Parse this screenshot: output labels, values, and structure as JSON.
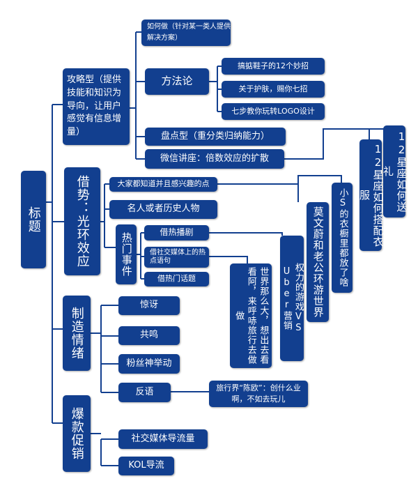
{
  "diagram": {
    "root": "标题",
    "branches": [
      {
        "label": "攻略型（提供技能和知识为导向，让用户感觉有信息增量）",
        "children": [
          {
            "label": "如何做（针对某一类人提供解决方案）"
          },
          {
            "label": "方法论",
            "children": [
              "搞掂鞋子的12个妙招",
              "关于护肤，赐你七招",
              "七步教你玩转LOGO设计"
            ]
          },
          {
            "label": "盘点型（重分类归纳能力）"
          },
          {
            "label": "微信讲座：倍数效应的扩散"
          }
        ]
      },
      {
        "label": "借势：光环效应",
        "children": [
          {
            "label": "大家都知道并且感兴趣的点"
          },
          {
            "label": "名人或者历史人物"
          },
          {
            "label": "热门事件",
            "children": [
              "借热播剧",
              "借社交媒体上的热点语句",
              "借热门话题"
            ]
          }
        ]
      },
      {
        "label": "制造情绪",
        "children": [
          "惊讶",
          "共鸣",
          "粉丝神举动",
          "反语"
        ]
      },
      {
        "label": "爆款促销",
        "children": [
          "社交媒体导流量",
          "KOL导流"
        ]
      }
    ],
    "examples": {
      "constellation_gift": "12星座如何送礼",
      "constellation_match": "12星座如何搭配衣服",
      "small_s": "小S的衣橱里都放了啥",
      "mo_wenwei": "莫文蔚和老公环游世界",
      "power_game": "权力的游戏VS Uber营销",
      "world_big": "世界那么大，想出去看看阿，来呼哧旅行去做做",
      "irony_example": "旅行界“陈欧”：创什么业啊，不如去玩儿"
    }
  }
}
